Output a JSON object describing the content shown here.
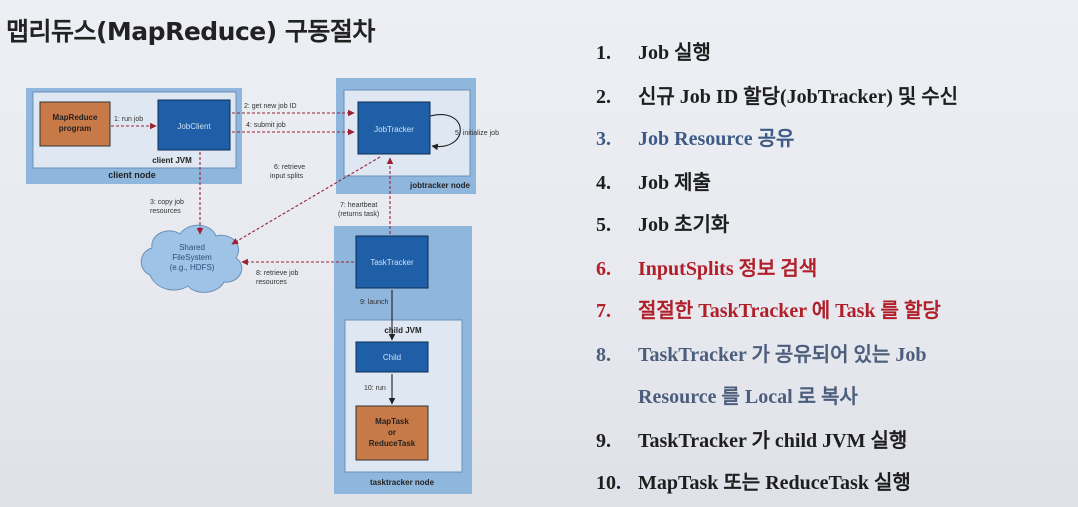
{
  "title": "맵리듀스(MapReduce) 구동절차",
  "diagram": {
    "mapreduce_program": [
      "MapReduce",
      "program"
    ],
    "jobclient": "JobClient",
    "client_jvm": "client JVM",
    "client_node": "client node",
    "jobtracker": "JobTracker",
    "jobtracker_node": "jobtracker node",
    "tasktracker": "TaskTracker",
    "child_jvm": "child JVM",
    "child": "Child",
    "maptask": [
      "MapTask",
      "or",
      "ReduceTask"
    ],
    "tasktracker_node": "tasktracker node",
    "shared_fs": [
      "Shared",
      "FileSystem",
      "(e.g., HDFS)"
    ],
    "arrows": {
      "a1": "1: run job",
      "a2": "2: get new job ID",
      "a3": [
        "3: copy job",
        "resources"
      ],
      "a4": "4: submit job",
      "a5": "5: initialize job",
      "a6": [
        "6: retrieve",
        "input splits"
      ],
      "a7": [
        "7: heartbeat",
        "(returns task)"
      ],
      "a8": [
        "8: retrieve job",
        "resources"
      ],
      "a9": "9: launch",
      "a10": "10: run"
    }
  },
  "colors": {
    "step_dark": "#1e1e1e",
    "step_blue": "#3e5a86",
    "step_red": "#b1202a",
    "step_bluegray": "#4c5e7c"
  },
  "steps": [
    {
      "num": "1.",
      "text": "Job 실행"
    },
    {
      "num": "2.",
      "text": "신규 Job ID 할당(JobTracker) 및 수신"
    },
    {
      "num": "3.",
      "text": "Job Resource 공유"
    },
    {
      "num": "4.",
      "text": "Job 제출"
    },
    {
      "num": "5.",
      "text": "Job 초기화"
    },
    {
      "num": "6.",
      "text": "InputSplits 정보 검색"
    },
    {
      "num": "7.",
      "text": "절절한 TaskTracker 에 Task 를 할당"
    },
    {
      "num": "8.",
      "text": "TaskTracker 가 공유되어 있는 Job",
      "cont": "Resource 를 Local 로 복사"
    },
    {
      "num": "9.",
      "text": "TaskTracker 가 child JVM 실행"
    },
    {
      "num": "10.",
      "text": "MapTask 또는 ReduceTask 실행"
    }
  ]
}
